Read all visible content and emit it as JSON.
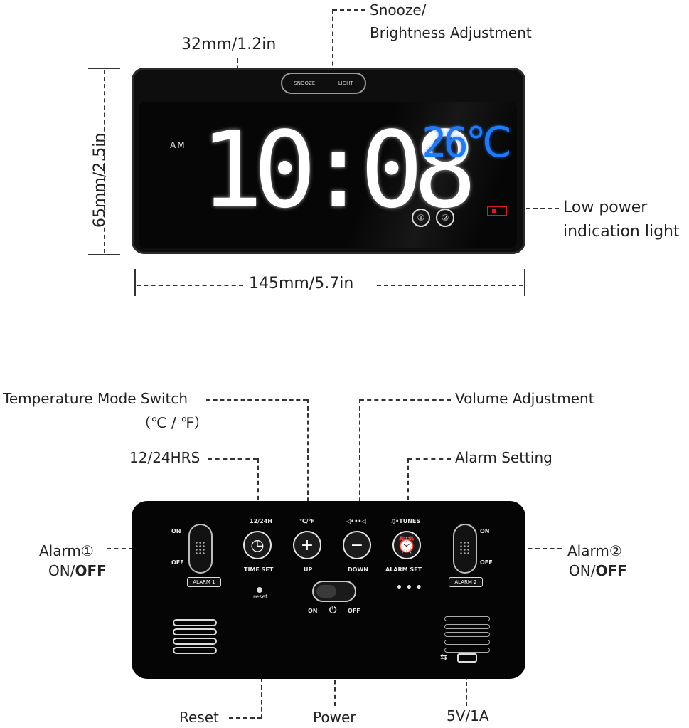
{
  "front": {
    "labels": {
      "snooze_line1": "Snooze/",
      "snooze_line2": "Brightness Adjustment",
      "depth": "32mm/1.2in",
      "height": "65mm/2.5in",
      "width": "145mm/5.7in",
      "low_power_line1": "Low power",
      "low_power_line2": "indication light"
    },
    "display": {
      "ampm": "AM",
      "time": "10:08",
      "temperature": "26℃",
      "alarm1_icon": "①",
      "alarm2_icon": "②",
      "button_snooze": "SNOOZE",
      "button_light": "LIGHT",
      "time_color": "#ffffff",
      "temp_color": "#1e7bff",
      "battery_color": "#e01822"
    }
  },
  "back": {
    "labels": {
      "temp_mode_line1": "Temperature Mode Switch",
      "temp_mode_line2": "（℃ / ℉）",
      "hrs": "12/24HRS",
      "volume": "Volume Adjustment",
      "alarm_setting": "Alarm Setting",
      "alarm1_line1": "Alarm①",
      "alarm1_on": "ON/",
      "alarm1_off": "OFF",
      "alarm2_line1": "Alarm②",
      "alarm2_on": "ON/",
      "alarm2_off": "OFF",
      "reset": "Reset",
      "power": "Power",
      "usb": "5V/1A"
    },
    "panel": {
      "btn_1224": "12/24H",
      "btn_timeset": "TIME SET",
      "btn_cf": "℃/℉",
      "btn_up": "UP",
      "btn_vol": "◁•••◁",
      "btn_down": "DOWN",
      "btn_tunes": "♫•TUNES",
      "btn_alarmset": "ALARM SET",
      "on": "ON",
      "off": "OFF",
      "alarm1_tag": "ALARM 1",
      "alarm2_tag": "ALARM 2",
      "reset_small": "reset",
      "power_on": "ON",
      "power_off": "OFF",
      "power_icon": "⏻",
      "usb_icon": "⇆",
      "plus": "+",
      "minus": "−",
      "dots": "• • •"
    }
  }
}
